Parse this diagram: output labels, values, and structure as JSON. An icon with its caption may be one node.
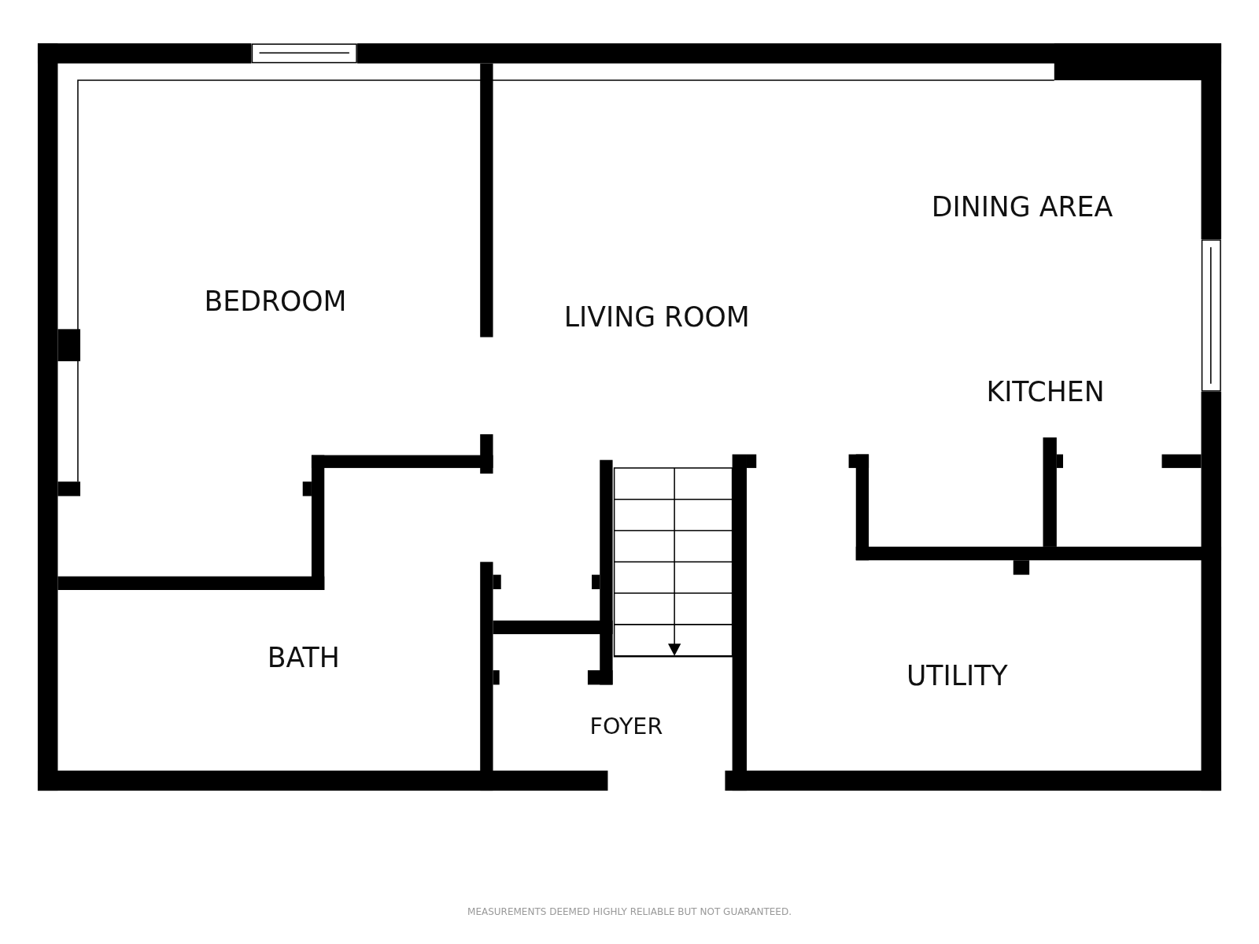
{
  "diagram": {
    "nodes": [
      {
        "text": [
          "BEDROOM"
        ]
      },
      {
        "text": [
          "LIVING ROOM"
        ]
      },
      {
        "text": [
          "DINING AREA"
        ]
      },
      {
        "text": [
          "KITCHEN"
        ]
      },
      {
        "text": [
          "BATH"
        ]
      },
      {
        "text": [
          "FOYER"
        ]
      },
      {
        "text": [
          "UTILITY"
        ]
      }
    ],
    "edges": [],
    "labels": [
      "MEASUREMENTS DEEMED HIGHLY RELIABLE BUT NOT GUARANTEED."
    ]
  }
}
